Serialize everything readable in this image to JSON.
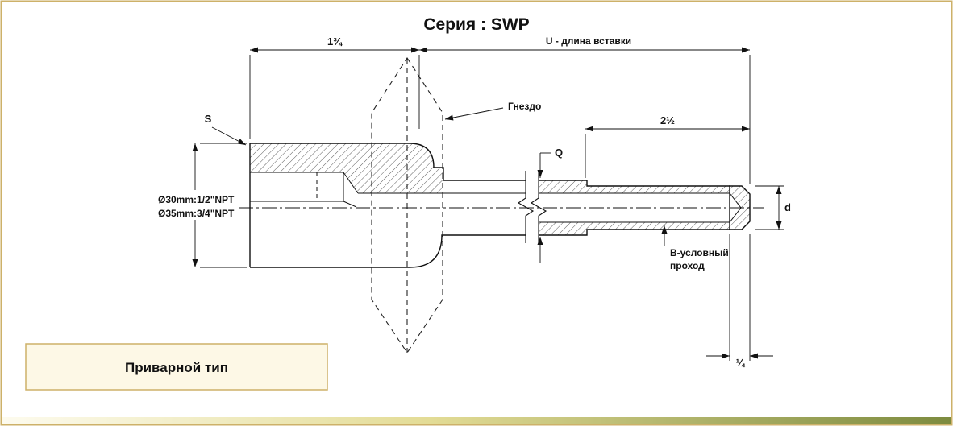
{
  "title": "Серия : SWP",
  "colors": {
    "border": "#cdb169",
    "box_bg": "#fdf8e6",
    "box_border": "#cdb169",
    "footer_start": "#fdfbee",
    "footer_mid": "#e3dc96",
    "footer_end": "#7d8b3f"
  },
  "drawing": {
    "dimensions": {
      "hex_to_face": "1¾",
      "insertion_length": "U - длина вставки",
      "tip_section_length": "2½",
      "tip_length": "¼",
      "tip_diameter": "d",
      "stem_diameter": "Q",
      "wrench_flats": "S",
      "thread_option_1": "Ø30mm:1/2\"NPT",
      "thread_option_2": "Ø35mm:3/4\"NPT"
    },
    "labels": {
      "socket": "Гнездо",
      "nominal_bore_line1": "В-условный",
      "nominal_bore_line2": "проход"
    }
  },
  "footer": {
    "type_label": "Приварной тип"
  }
}
